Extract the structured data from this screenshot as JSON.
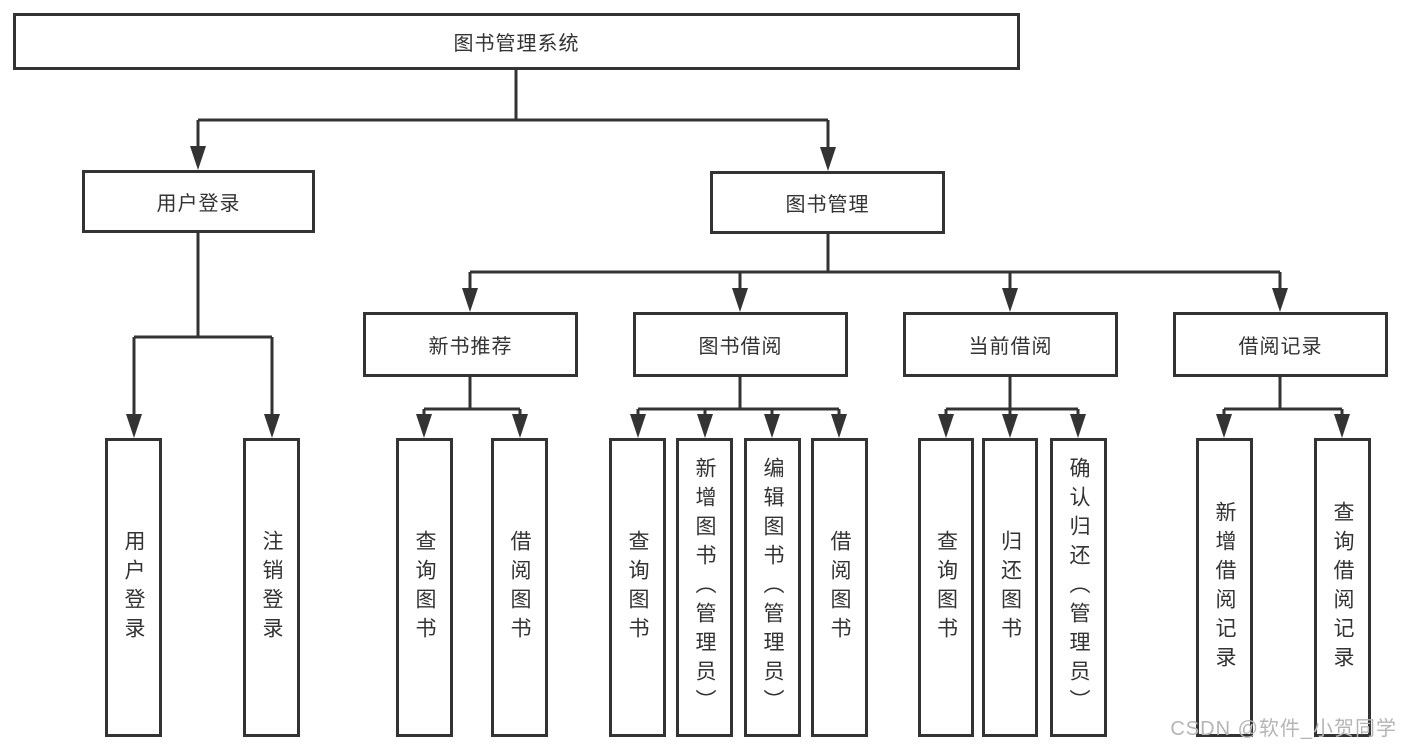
{
  "diagram": {
    "title": "图书管理系统",
    "colors": {
      "line": "#333333",
      "box_border": "#333333",
      "box_bg": "#ffffff",
      "watermark": "#b5b5b5"
    },
    "watermark": "CSDN @软件_小贺同学",
    "nodes": {
      "root": {
        "label": "图书管理系统"
      },
      "user_login": {
        "label": "用户登录"
      },
      "book_mgmt": {
        "label": "图书管理"
      },
      "new_book_rec": {
        "label": "新书推荐"
      },
      "book_borrow": {
        "label": "图书借阅"
      },
      "current_borrow": {
        "label": "当前借阅"
      },
      "borrow_record": {
        "label": "借阅记录"
      },
      "leaf_user_login": {
        "label": "用户登录"
      },
      "leaf_logout": {
        "label": "注销登录"
      },
      "leaf_query_book_1": {
        "label": "查询图书"
      },
      "leaf_borrow_book_1": {
        "label": "借阅图书"
      },
      "leaf_query_book_2": {
        "label": "查询图书"
      },
      "leaf_add_book": {
        "label": "新增图书（管理员）"
      },
      "leaf_edit_book": {
        "label": "编辑图书（管理员）"
      },
      "leaf_borrow_book_2": {
        "label": "借阅图书"
      },
      "leaf_query_book_3": {
        "label": "查询图书"
      },
      "leaf_return_book": {
        "label": "归还图书"
      },
      "leaf_confirm_return": {
        "label": "确认归还（管理员）"
      },
      "leaf_add_record": {
        "label": "新增借阅记录"
      },
      "leaf_query_record": {
        "label": "查询借阅记录"
      }
    },
    "edges": [
      {
        "parent": "root",
        "children": [
          "user_login",
          "book_mgmt"
        ]
      },
      {
        "parent": "user_login",
        "children": [
          "leaf_user_login",
          "leaf_logout"
        ]
      },
      {
        "parent": "book_mgmt",
        "children": [
          "new_book_rec",
          "book_borrow",
          "current_borrow",
          "borrow_record"
        ]
      },
      {
        "parent": "new_book_rec",
        "children": [
          "leaf_query_book_1",
          "leaf_borrow_book_1"
        ]
      },
      {
        "parent": "book_borrow",
        "children": [
          "leaf_query_book_2",
          "leaf_add_book",
          "leaf_edit_book",
          "leaf_borrow_book_2"
        ]
      },
      {
        "parent": "current_borrow",
        "children": [
          "leaf_query_book_3",
          "leaf_return_book",
          "leaf_confirm_return"
        ]
      },
      {
        "parent": "borrow_record",
        "children": [
          "leaf_add_record",
          "leaf_query_record"
        ]
      }
    ]
  }
}
